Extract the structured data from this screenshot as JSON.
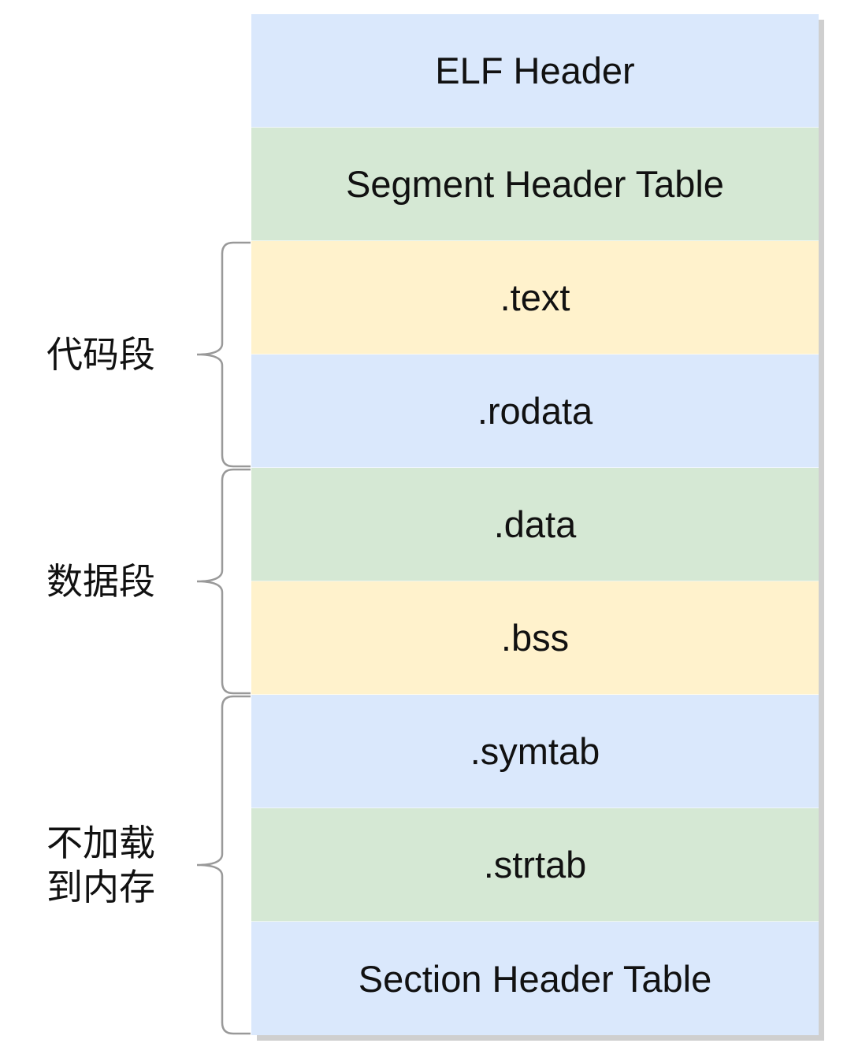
{
  "blocks": [
    {
      "label": "ELF Header",
      "color": "#dae8fc"
    },
    {
      "label": "Segment Header Table",
      "color": "#d5e8d4"
    },
    {
      "label": ".text",
      "color": "#fff2cc"
    },
    {
      "label": ".rodata",
      "color": "#dae8fc"
    },
    {
      "label": ".data",
      "color": "#d5e8d4"
    },
    {
      "label": ".bss",
      "color": "#fff2cc"
    },
    {
      "label": ".symtab",
      "color": "#dae8fc"
    },
    {
      "label": ".strtab",
      "color": "#d5e8d4"
    },
    {
      "label": "Section Header Table",
      "color": "#dae8fc"
    }
  ],
  "groups": [
    {
      "label": "代码段",
      "first_block": 2,
      "last_block": 3
    },
    {
      "label": "数据段",
      "first_block": 4,
      "last_block": 5
    },
    {
      "label": "不加载\n到内存",
      "first_block": 6,
      "last_block": 8
    }
  ],
  "brace_color": "#999999"
}
